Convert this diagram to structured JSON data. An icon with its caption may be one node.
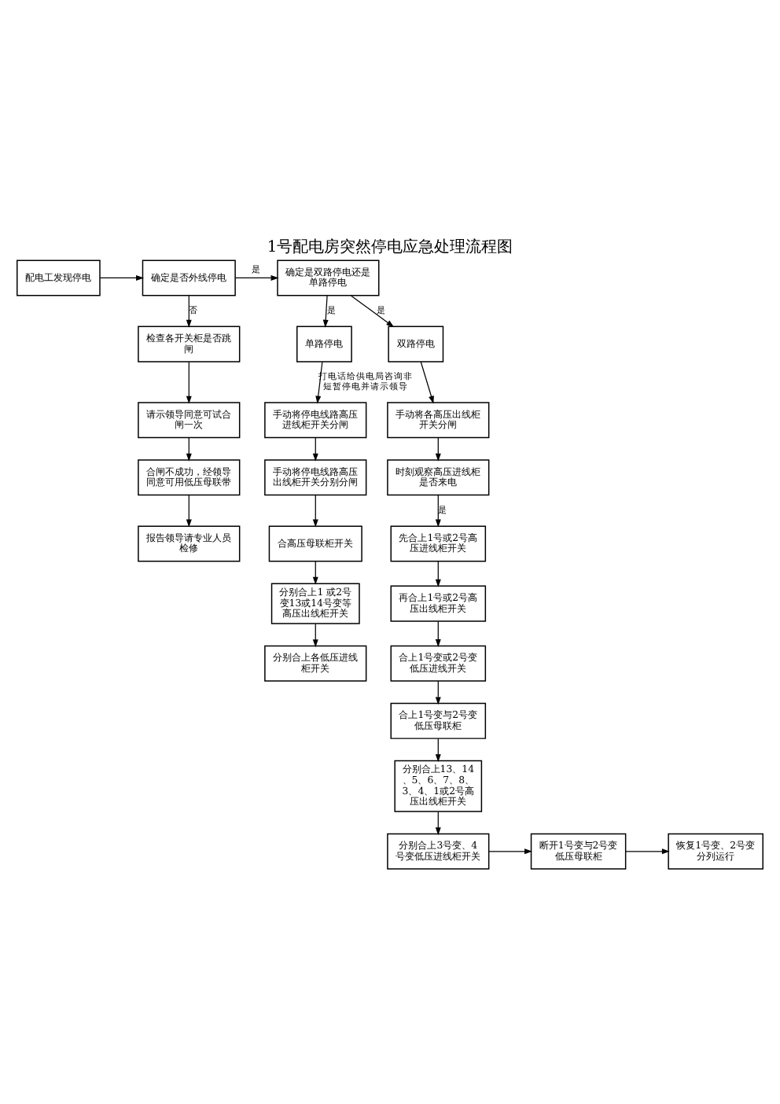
{
  "diagram": {
    "title": "1号配电房突然停电应急处理流程图",
    "nodes": [
      {
        "text": [
          "配电工发现停电"
        ]
      },
      {
        "text": [
          "确定是否外线停电"
        ]
      },
      {
        "text": [
          "确定是双路停电还是单路停电"
        ]
      },
      {
        "text": [
          "检查各开关柜是否跳闸"
        ]
      },
      {
        "text": [
          "单路停电"
        ]
      },
      {
        "text": [
          "双路停电"
        ]
      },
      {
        "text": [
          "请示领导同意可试合闸一次"
        ]
      },
      {
        "text": [
          "合闸不成功，经领导同意可用低压母联带"
        ]
      },
      {
        "text": [
          "报告领导请专业人员检修"
        ]
      },
      {
        "text": [
          "手动将停电线路高压进线柜开关分闸"
        ]
      },
      {
        "text": [
          "手动将停电线路高压出线柜开关分别分闸"
        ]
      },
      {
        "text": [
          "合高压母联柜开关"
        ]
      },
      {
        "text": [
          "分别合上1 或2号变13或14号变等高压出线柜开关"
        ]
      },
      {
        "text": [
          "分别合上各低压进线柜开关"
        ]
      },
      {
        "text": [
          "手动将各高压出线柜开关分闸"
        ]
      },
      {
        "text": [
          "时刻观察高压进线柜是否来电"
        ]
      },
      {
        "text": [
          "先合上1号或2号高压进线柜开关"
        ]
      },
      {
        "text": [
          "再合上1号或2号高压出线柜开关"
        ]
      },
      {
        "text": [
          "合上1号变或2号变低压进线开关"
        ]
      },
      {
        "text": [
          "合上1号变与2号变低压母联柜"
        ]
      },
      {
        "text": [
          "分别合上13、14、5、6、7、8、3、4、1或2号高压出线柜开关"
        ]
      },
      {
        "text": [
          "分别合上3号变、4号变低压进线柜开关"
        ]
      },
      {
        "text": [
          "断开1号变与2号变低压母联柜"
        ]
      },
      {
        "text": [
          "恢复1号变、2号变分列运行"
        ]
      }
    ],
    "edges": [
      {
        "from": 0,
        "to": 1,
        "arrow": "to"
      },
      {
        "from": 1,
        "to": 2,
        "arrow": "to",
        "label": "是"
      },
      {
        "from": 1,
        "to": 3,
        "arrow": "to",
        "label": "否"
      },
      {
        "from": 2,
        "to": 4,
        "arrow": "to",
        "label": "是"
      },
      {
        "from": 2,
        "to": 5,
        "arrow": "to",
        "label": "是"
      },
      {
        "from": 3,
        "to": 6,
        "arrow": "to"
      },
      {
        "from": 6,
        "to": 7,
        "arrow": "to"
      },
      {
        "from": 7,
        "to": 8,
        "arrow": "to"
      },
      {
        "from": 4,
        "to": 9,
        "arrow": "to",
        "label": "打电话给供电局咨询非短暂停电并请示领导"
      },
      {
        "from": 9,
        "to": 10,
        "arrow": "to"
      },
      {
        "from": 10,
        "to": 11,
        "arrow": "to"
      },
      {
        "from": 11,
        "to": 12,
        "arrow": "to"
      },
      {
        "from": 12,
        "to": 13,
        "arrow": "to"
      },
      {
        "from": 5,
        "to": 14,
        "arrow": "to"
      },
      {
        "from": 14,
        "to": 15,
        "arrow": "to"
      },
      {
        "from": 15,
        "to": 16,
        "arrow": "to",
        "label": "是"
      },
      {
        "from": 16,
        "to": 17,
        "arrow": "to"
      },
      {
        "from": 17,
        "to": 18,
        "arrow": "to"
      },
      {
        "from": 18,
        "to": 19,
        "arrow": "to"
      },
      {
        "from": 19,
        "to": 20,
        "arrow": "to"
      },
      {
        "from": 20,
        "to": 21,
        "arrow": "to"
      },
      {
        "from": 21,
        "to": 22,
        "arrow": "to"
      },
      {
        "from": 22,
        "to": 23,
        "arrow": "to"
      }
    ]
  }
}
